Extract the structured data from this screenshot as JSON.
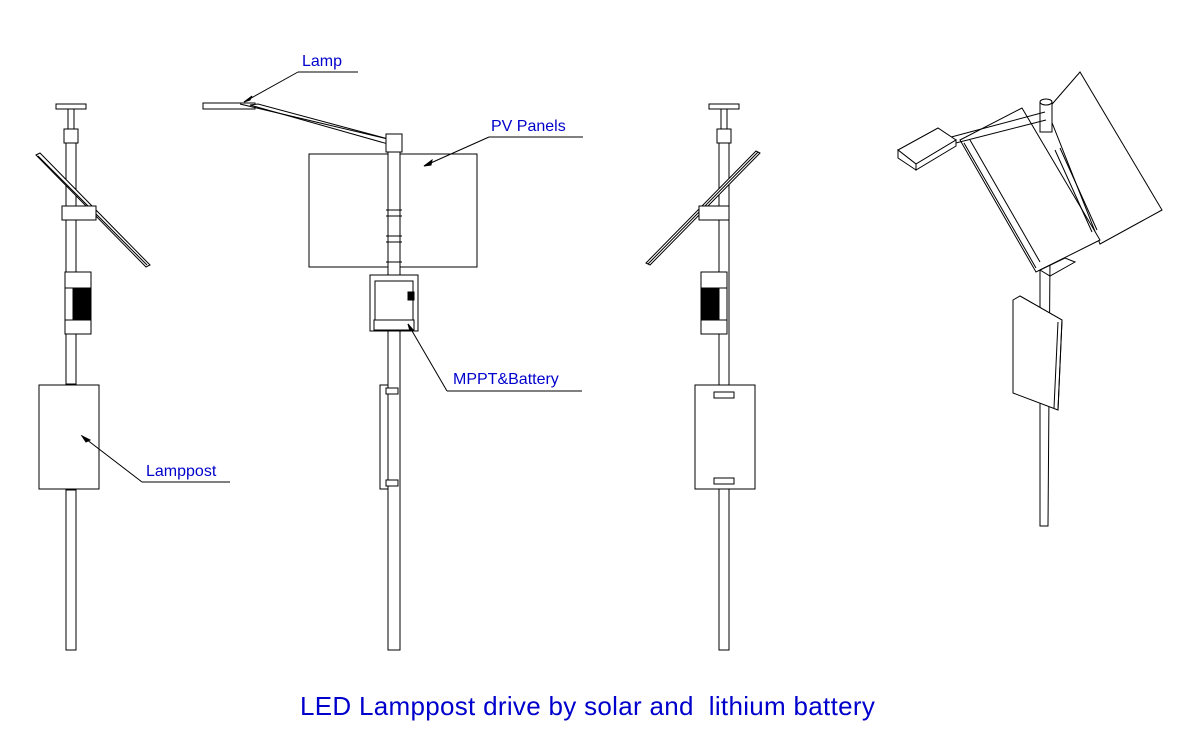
{
  "labels": {
    "lamp": "Lamp",
    "pv_panels": "PV Panels",
    "mppt_battery": "MPPT&Battery",
    "lamppost": "Lamppost"
  },
  "caption": "LED Lamppost drive by solar and  lithium battery",
  "colors": {
    "label_text": "#0000cc",
    "line": "#000000",
    "background": "#ffffff"
  }
}
